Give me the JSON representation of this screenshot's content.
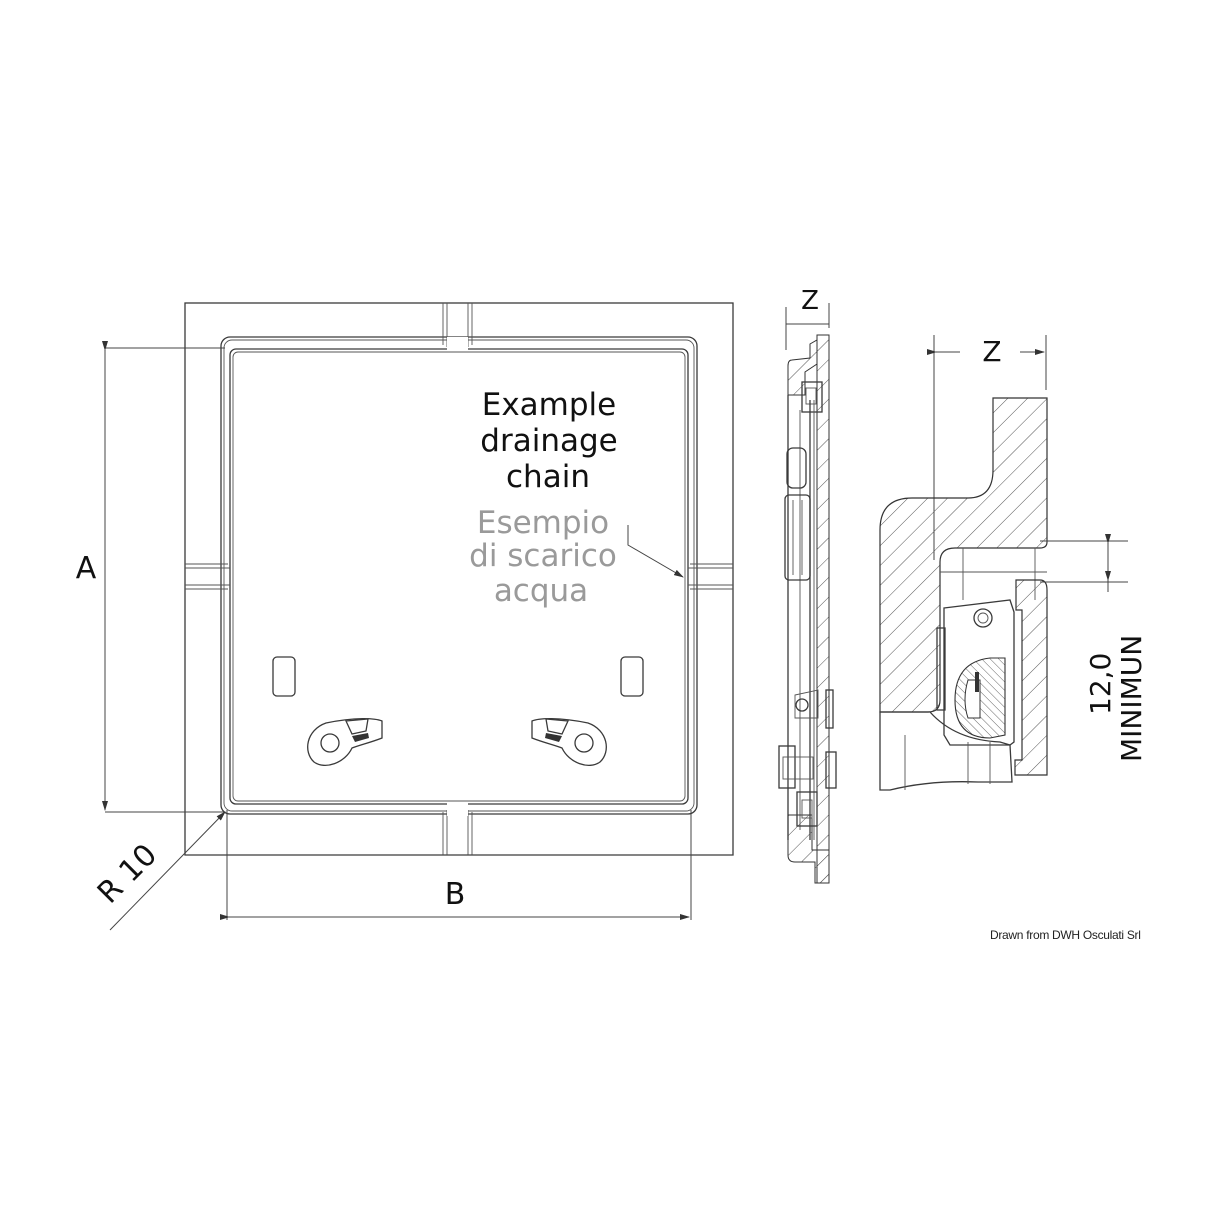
{
  "front_view": {
    "label_en": [
      "Example",
      "drainage",
      "chain"
    ],
    "label_it": [
      "Esempio",
      "di scarico",
      "acqua"
    ]
  },
  "dimensions": {
    "height_label": "A",
    "width_label": "B",
    "radius_label": "R 10",
    "depth_label_side": "Z",
    "depth_label_detail": "Z",
    "min_clearance_value": "12,0",
    "min_clearance_text": "MINIMUN"
  },
  "colors": {
    "line": "#3a3a3a",
    "text": "#111111",
    "secondary_text": "#9a9a9a",
    "background": "#ffffff"
  },
  "credit": "Drawn from DWH Osculati Srl"
}
